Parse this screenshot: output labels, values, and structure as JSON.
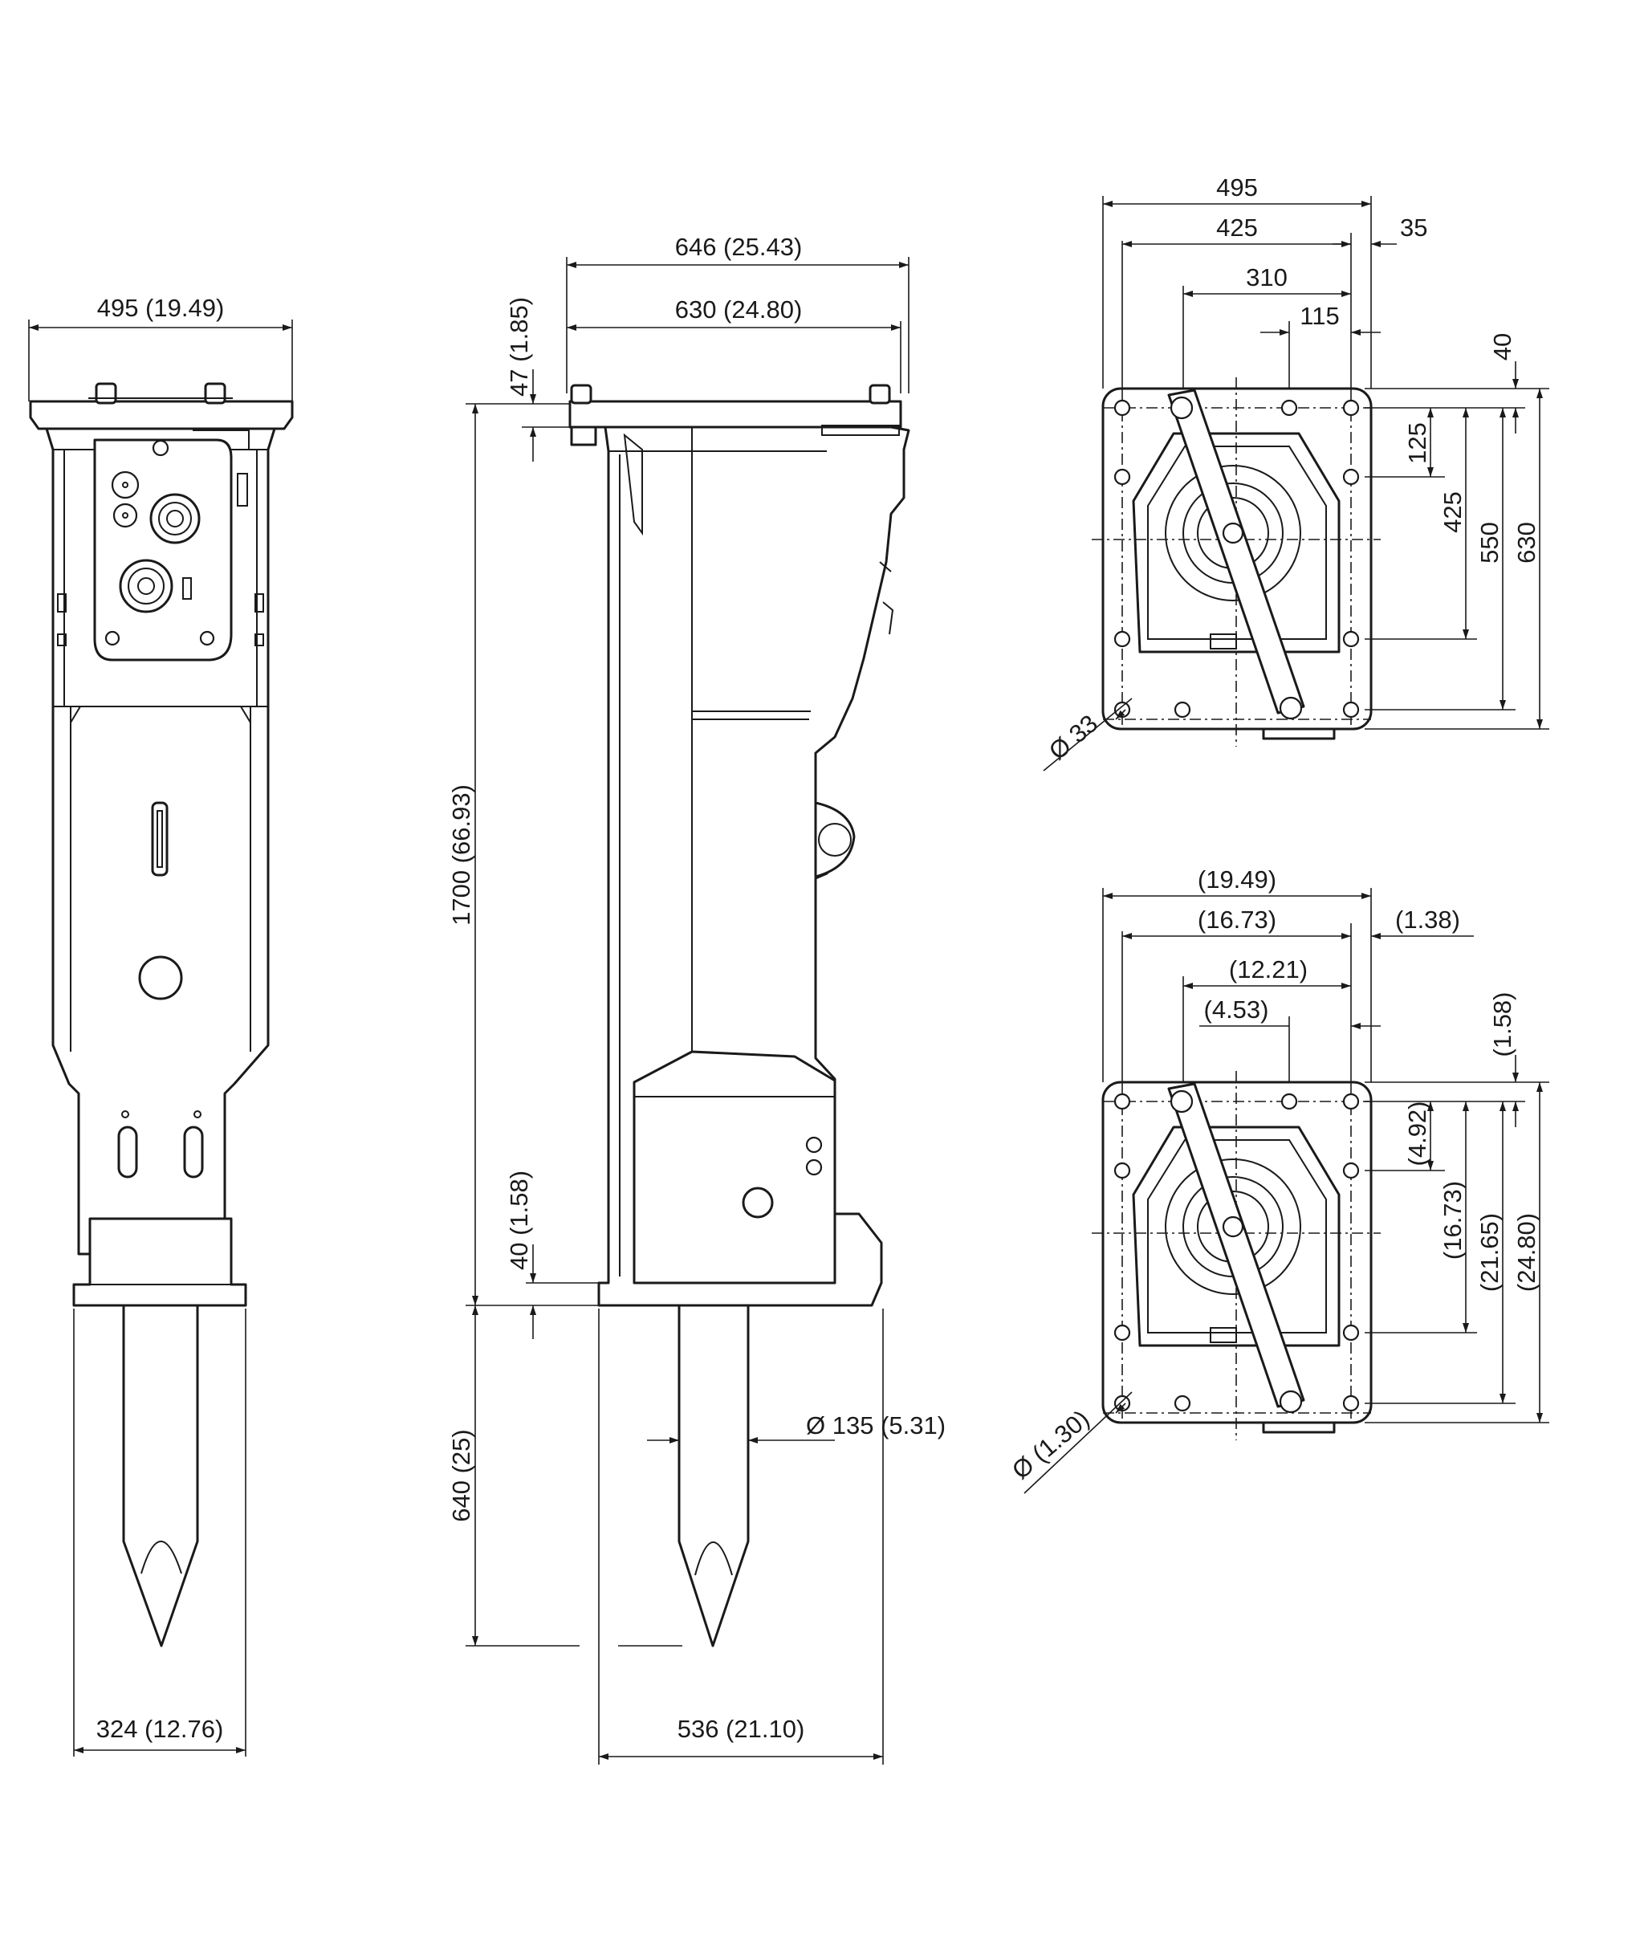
{
  "front_view": {
    "width_top": "495 (19.49)",
    "width_bottom": "324 (12.76)"
  },
  "side_view": {
    "length_top_outer": "646 (25.43)",
    "length_top_inner": "630 (24.80)",
    "plate_thickness": "47 (1.85)",
    "body_height": "1700 (66.93)",
    "lower_plate": "40 (1.58)",
    "tool_length": "640 (25)",
    "tool_diameter": "Ø 135 (5.31)",
    "base_width": "536 (21.10)"
  },
  "plate_metric": {
    "overall_width": "495",
    "hole_span": "425",
    "edge_offset": "35",
    "pattern_span": "310",
    "small_span": "115",
    "top_offset": "40",
    "v_125": "125",
    "v_425": "425",
    "v_550": "550",
    "v_630": "630",
    "hole_diameter": "Ø 33"
  },
  "plate_imperial": {
    "overall_width": "(19.49)",
    "hole_span": "(16.73)",
    "edge_offset": "(1.38)",
    "pattern_span": "(12.21)",
    "small_span": "(4.53)",
    "top_offset": "(1.58)",
    "v_125": "(4.92)",
    "v_425": "(16.73)",
    "v_550": "(21.65)",
    "v_630": "(24.80)",
    "hole_diameter": "Ø (1.30)"
  },
  "colors": {
    "line": "#1a1a1a",
    "background": "#ffffff"
  }
}
